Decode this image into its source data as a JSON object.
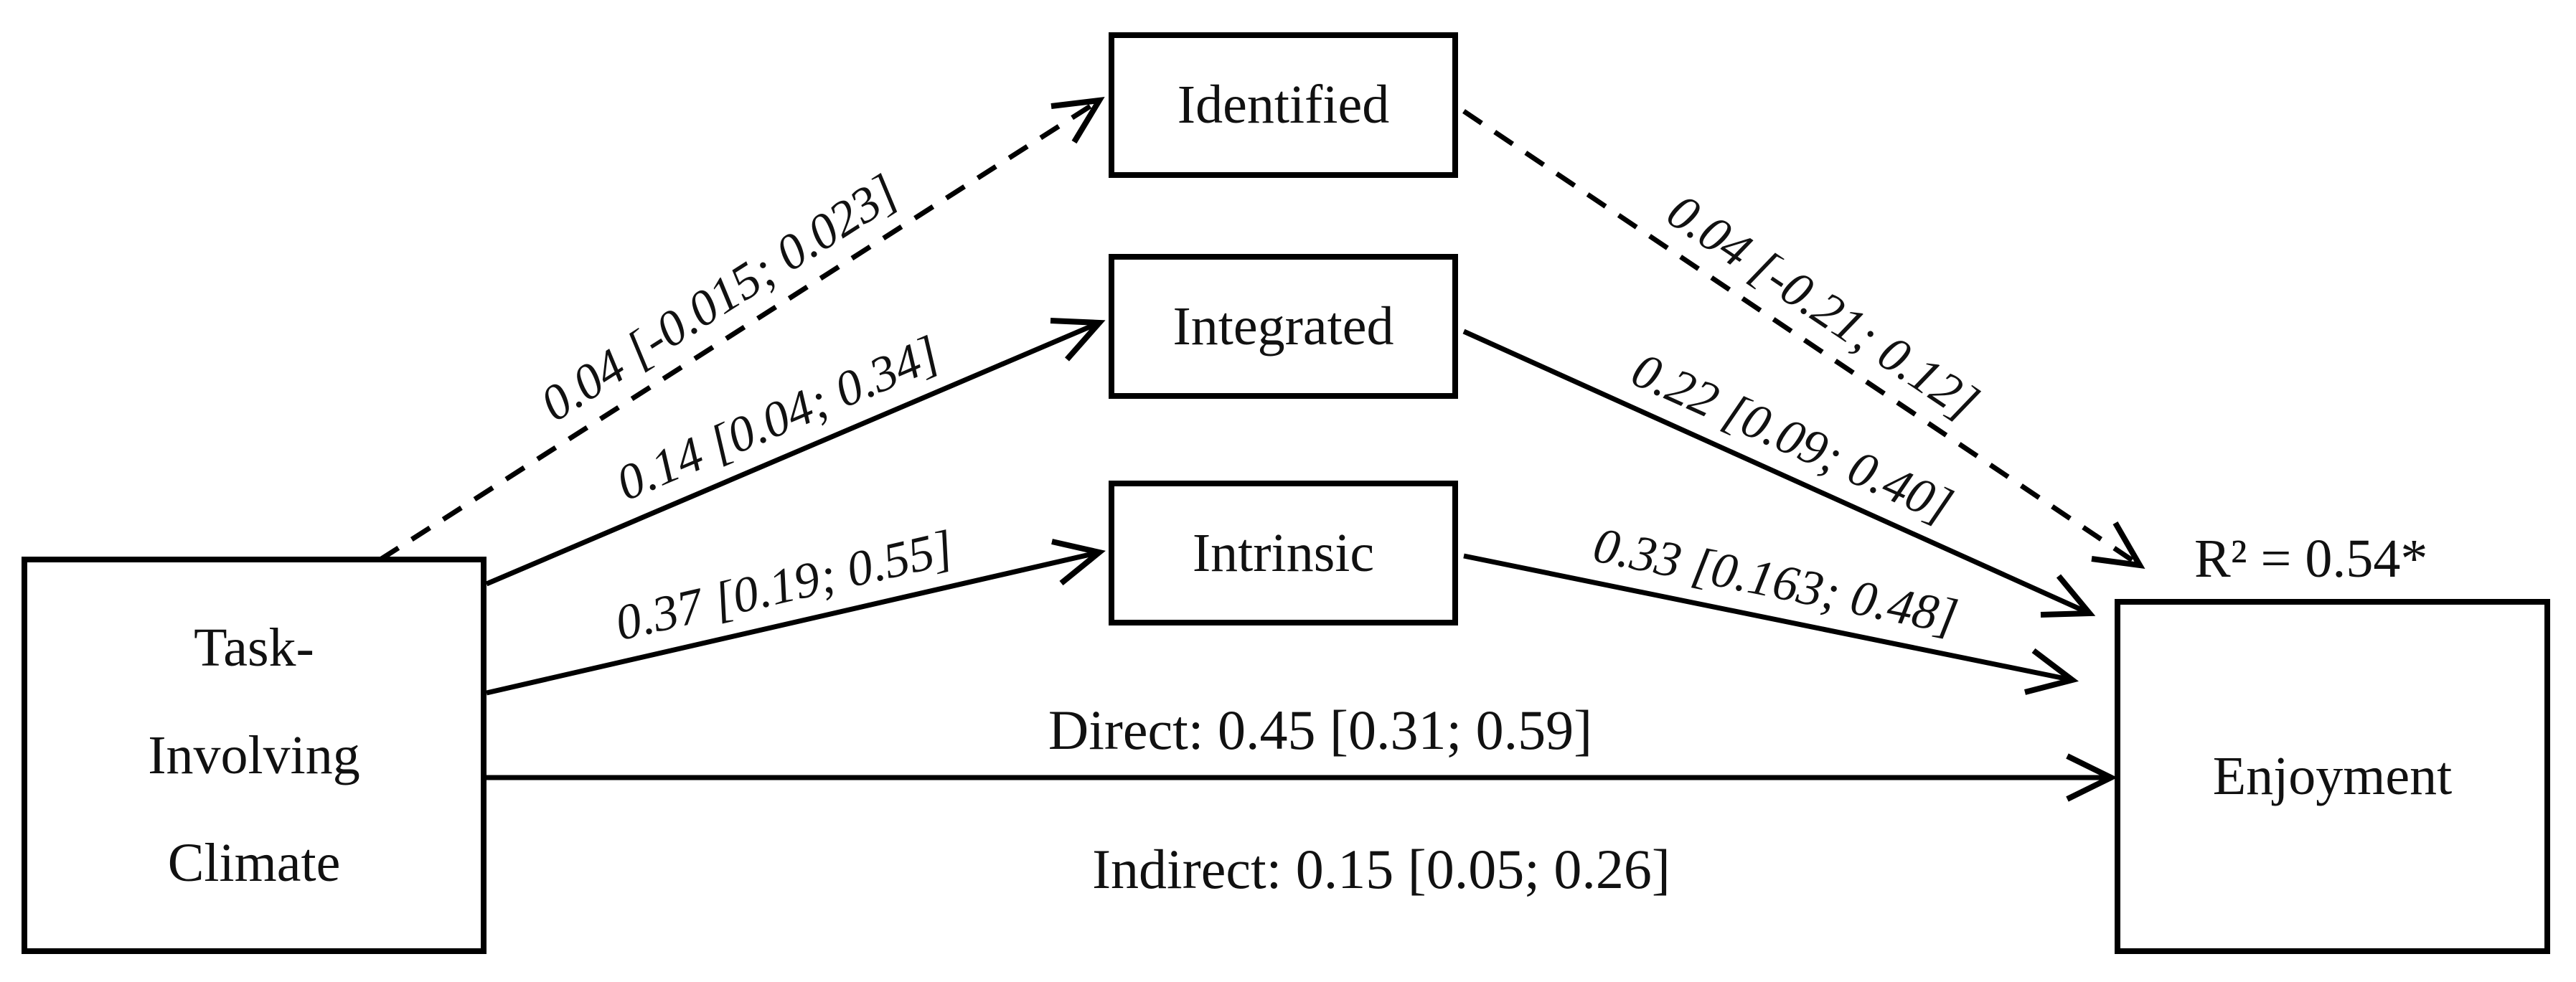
{
  "diagram": {
    "background_color": "#ffffff",
    "stroke_color": "#000000",
    "text_color": "#111111",
    "predictor": {
      "name": "Task-Involving Climate",
      "lines": [
        "Task-",
        "Involving",
        "Climate"
      ]
    },
    "mediators": [
      {
        "label": "Identified"
      },
      {
        "label": "Integrated"
      },
      {
        "label": "Intrinsic"
      }
    ],
    "outcome": {
      "label": "Enjoyment",
      "r_squared": "R² = 0.54*"
    },
    "paths": {
      "predictor_to_mediators": [
        {
          "from": "Task-Involving Climate",
          "to": "Identified",
          "label": "0.04 [-0.015; 0.023]",
          "line_style": "dashed"
        },
        {
          "from": "Task-Involving Climate",
          "to": "Integrated",
          "label": "0.14 [0.04; 0.34]",
          "line_style": "solid"
        },
        {
          "from": "Task-Involving Climate",
          "to": "Intrinsic",
          "label": "0.37 [0.19; 0.55]",
          "line_style": "solid"
        }
      ],
      "mediators_to_outcome": [
        {
          "from": "Identified",
          "to": "Enjoyment",
          "label": "0.04 [-0.21; 0.12]",
          "line_style": "dashed"
        },
        {
          "from": "Integrated",
          "to": "Enjoyment",
          "label": "0.22 [0.09; 0.40]",
          "line_style": "solid"
        },
        {
          "from": "Intrinsic",
          "to": "Enjoyment",
          "label": "0.33 [0.163; 0.48]",
          "line_style": "solid"
        }
      ],
      "direct": {
        "from": "Task-Involving Climate",
        "to": "Enjoyment",
        "label": "Direct: 0.45 [0.31; 0.59]",
        "line_style": "solid"
      },
      "indirect": {
        "label": "Indirect: 0.15 [0.05; 0.26]"
      }
    }
  }
}
